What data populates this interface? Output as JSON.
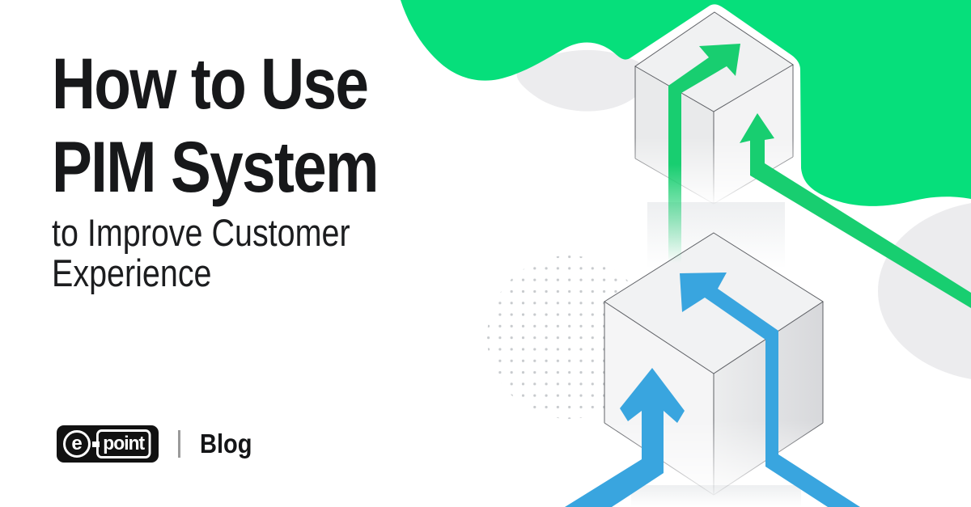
{
  "banner": {
    "title_line1": "How to Use",
    "title_line2": "PIM System",
    "subtitle_line1": "to Improve Customer",
    "subtitle_line2": "Experience"
  },
  "brand": {
    "logo_e": "e",
    "logo_point": "point",
    "blog_label": "Blog"
  },
  "colors": {
    "blob_green": "#06df7b",
    "arrow_green": "#18ce70",
    "arrow_blue": "#39a5df",
    "ink": "#17181a",
    "cube_face_light": "#f4f5f6",
    "cube_face_dark": "#dcdde0",
    "dots_gray": "#c7cacd"
  }
}
